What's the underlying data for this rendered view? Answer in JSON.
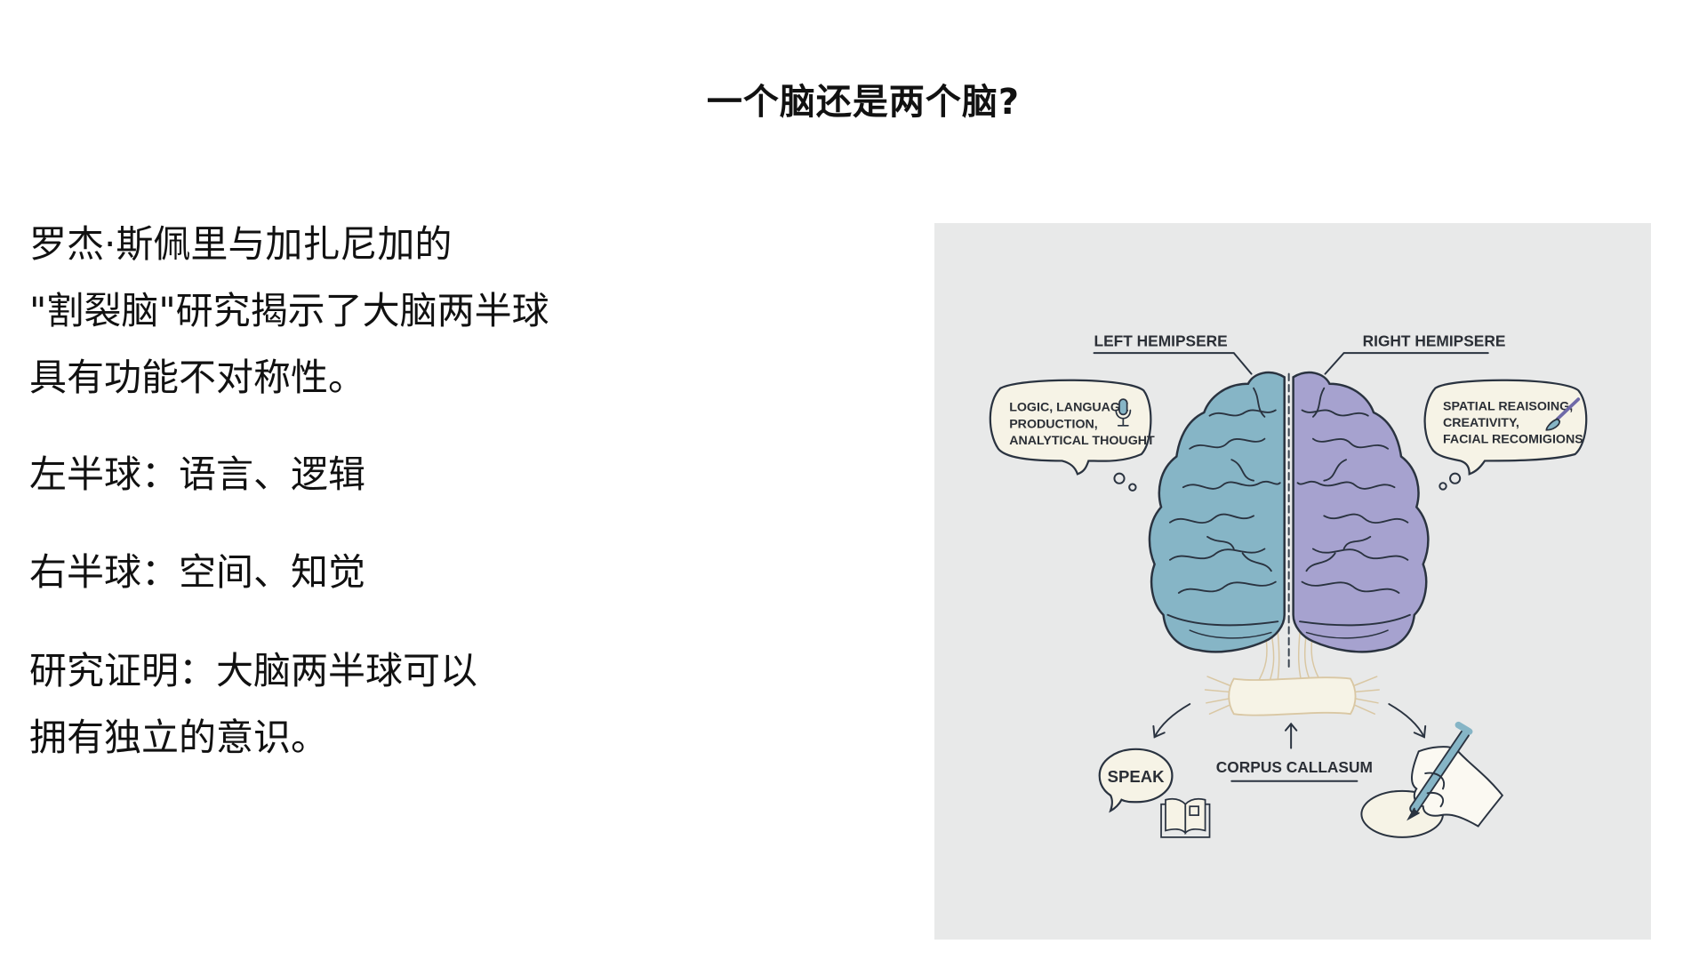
{
  "title": "一个脑还是两个脑?",
  "paragraphs": {
    "intro": [
      "罗杰·斯佩里与加扎尼加的",
      "\"割裂脑\"研究揭示了大脑两半球",
      "具有功能不对称性。"
    ],
    "left": "左半球：语言、逻辑",
    "right": "右半球：空间、知觉",
    "conclusion": [
      "研究证明：大脑两半球可以",
      "拥有独立的意识。"
    ]
  },
  "illustration": {
    "left_label": "LEFT HEMIPSERE",
    "right_label": "RIGHT HEMIPSERE",
    "left_bubble": [
      "LOGIC, LANGUAGE",
      "PRODUCTION,",
      "ANALYTICAL THOUGHT"
    ],
    "right_bubble": [
      "SPATIAL REAISOING,",
      "CREATIVITY,",
      "FACIAL RECOMIGIONS"
    ],
    "corpus_label": "CORPUS CALLASUM",
    "speak_label": "SPEAK",
    "icons": [
      "microphone-icon",
      "paintbrush-icon",
      "book-icon",
      "hand-pencil-icon"
    ],
    "colors": {
      "left_hemisphere": "#86b5c6",
      "right_hemisphere": "#a6a2cf",
      "background": "#e8e9e9",
      "outline": "#2a3340",
      "fibers": "#d9c7a3"
    }
  }
}
